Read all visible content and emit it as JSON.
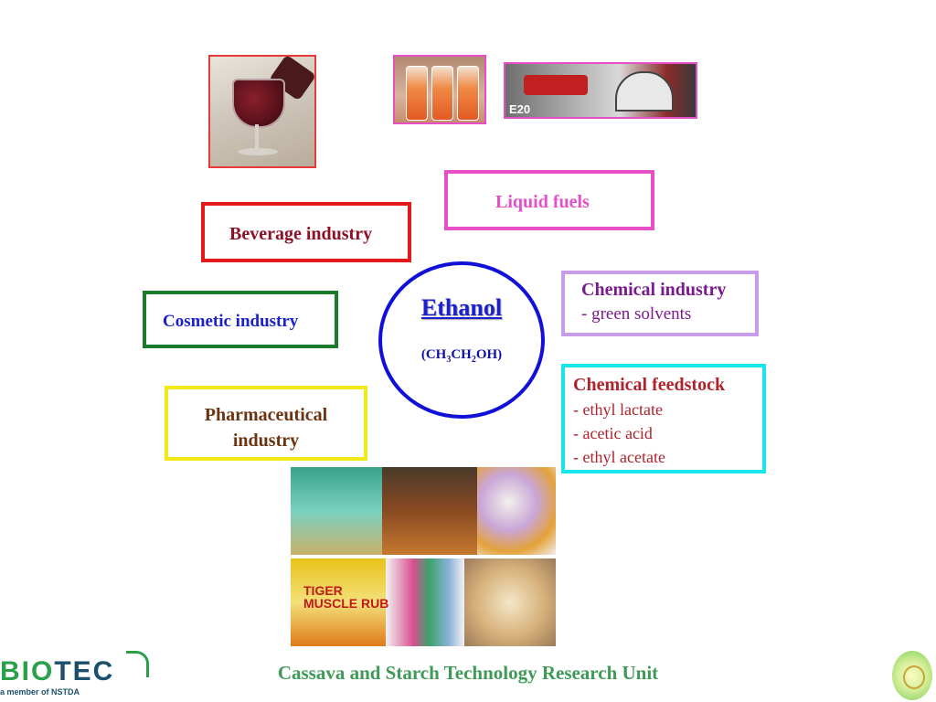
{
  "center": {
    "name": "Ethanol",
    "formula_parts": [
      "(CH",
      "3",
      "CH",
      "2",
      "OH)"
    ]
  },
  "boxes": {
    "liquid_fuels": "Liquid fuels",
    "beverage": "Beverage industry",
    "cosmetic": "Cosmetic industry",
    "pharmaceutical_line1": "Pharmaceutical",
    "pharmaceutical_line2": "industry",
    "chemical_industry": {
      "title": "Chemical industry",
      "items": [
        "- green solvents"
      ]
    },
    "chemical_feedstock": {
      "title": "Chemical feedstock",
      "items": [
        "- ethyl lactate",
        "- acetic acid",
        "- ethyl acetate"
      ]
    }
  },
  "photos": {
    "fuel_label": "E20",
    "product_label_1": "TIGER",
    "product_label_2": "MUSCLE RUB"
  },
  "footer": {
    "text": "Cassava and Starch Technology Research Unit",
    "logo_part1": "BIO",
    "logo_part2": "TEC",
    "logo_sub": "a member of NSTDA"
  },
  "colors": {
    "liquid_fuels": "#e64fc5",
    "beverage": "#e51919",
    "cosmetic": "#1d7a2a",
    "pharmaceutical": "#f2ea16",
    "ethanol": "#1010d8",
    "chemical_industry": "#c79ce8",
    "chemical_feedstock": "#19e6ec",
    "footer_text": "#3f9a58"
  }
}
